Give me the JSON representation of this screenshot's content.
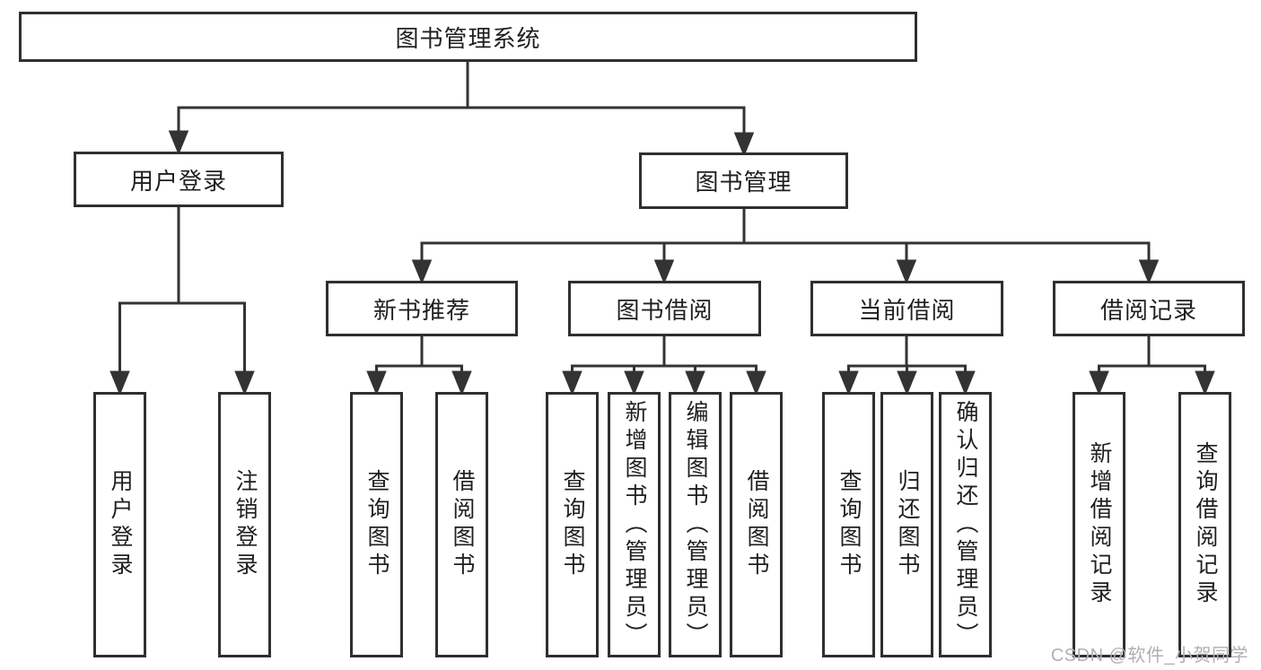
{
  "chart": {
    "root": {
      "label": "图书管理系统"
    },
    "branches": [
      {
        "label": "用户登录",
        "children": [
          "用户登录",
          "注销登录"
        ]
      },
      {
        "label": "图书管理",
        "sections": [
          {
            "label": "新书推荐",
            "children": [
              "查询图书",
              "借阅图书"
            ]
          },
          {
            "label": "图书借阅",
            "children": [
              "查询图书",
              "新增图书（管理员）",
              "编辑图书（管理员）",
              "借阅图书"
            ]
          },
          {
            "label": "当前借阅",
            "children": [
              "查询图书",
              "归还图书",
              "确认归还（管理员）"
            ]
          },
          {
            "label": "借阅记录",
            "children": [
              "新增借阅记录",
              "查询借阅记录"
            ]
          }
        ]
      }
    ]
  },
  "watermark": {
    "text": "CSDN @软件_小贺同学"
  },
  "colors": {
    "line": "#333333",
    "box_border": "#2f2f2f",
    "text": "#1f1f1f",
    "background": "#ffffff",
    "watermark": "#b0b0b0"
  }
}
